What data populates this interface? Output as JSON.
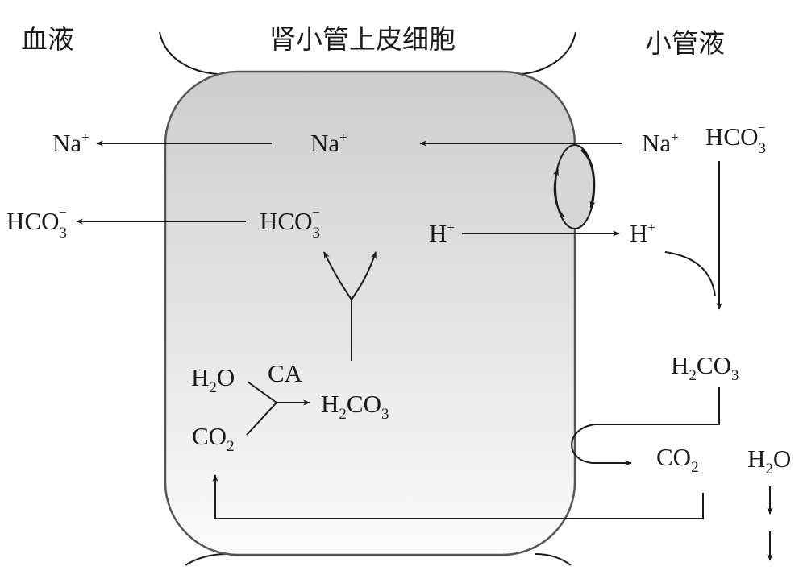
{
  "regions": {
    "blood": "血液",
    "cell": "肾小管上皮细胞",
    "tubule": "小管液"
  },
  "species": {
    "na": "Na",
    "na_charge": "+",
    "hco3": "HCO",
    "hco3_sub": "3",
    "hco3_charge": "−",
    "h": "H",
    "h_charge": "+",
    "h2co3_a": "H",
    "h2co3_sub1": "2",
    "h2co3_b": "CO",
    "h2co3_sub2": "3",
    "h2o_a": "H",
    "h2o_sub": "2",
    "h2o_b": "O",
    "co2_a": "CO",
    "co2_sub": "2",
    "enzyme": "CA"
  }
}
